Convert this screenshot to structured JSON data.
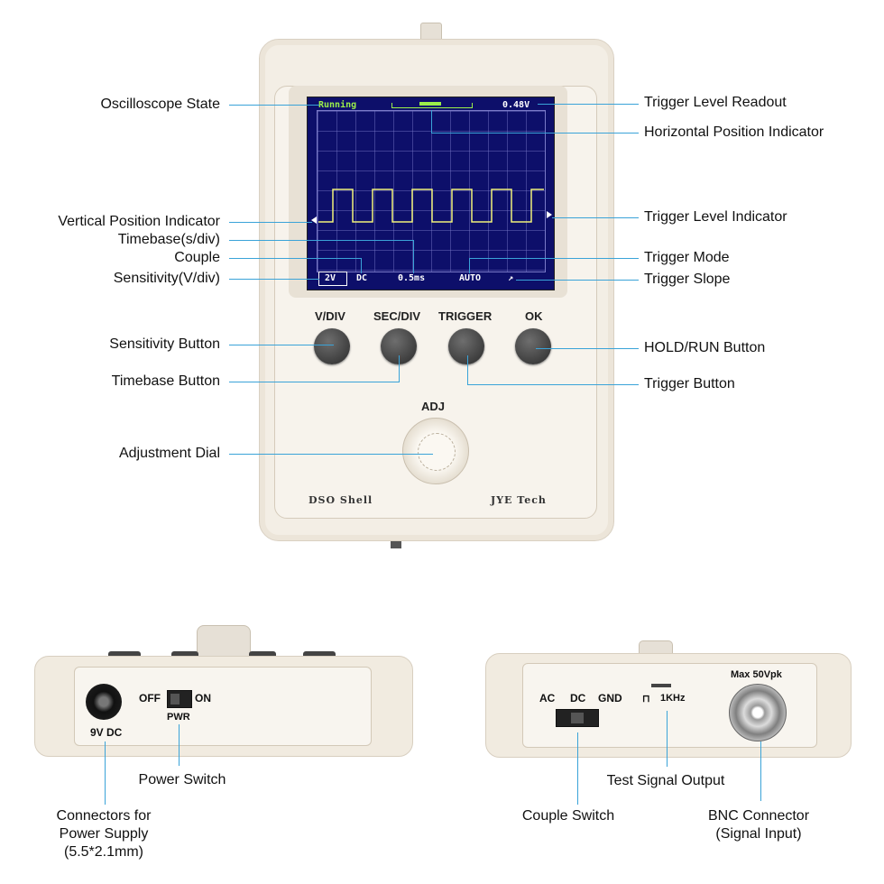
{
  "screen": {
    "state": "Running",
    "trigger_level": "0.48V",
    "sensitivity": "2V",
    "couple": "DC",
    "timebase": "0.5ms",
    "trigger_mode": "AUTO",
    "trigger_slope": "↗",
    "trace_color": "#f2f27a",
    "text_color": "#9bef4a"
  },
  "device": {
    "buttons": [
      "V/DIV",
      "SEC/DIV",
      "TRIGGER",
      "OK"
    ],
    "dial_label": "ADJ",
    "brand_left": "DSO Shell",
    "brand_right": "JYE Tech"
  },
  "left_view": {
    "switch_off": "OFF",
    "switch_on": "ON",
    "switch_label": "PWR",
    "jack_label": "9V DC"
  },
  "right_view": {
    "couple_ac": "AC",
    "couple_dc": "DC",
    "couple_gnd": "GND",
    "test_signal": "1KHz",
    "max_voltage": "Max 50Vpk"
  },
  "callouts": {
    "oscilloscope_state": "Oscilloscope State",
    "vertical_position": "Vertical Position Indicator",
    "timebase": "Timebase(s/div)",
    "couple": "Couple",
    "sensitivity": "Sensitivity(V/div)",
    "sensitivity_button": "Sensitivity Button",
    "timebase_button": "Timebase Button",
    "adjustment_dial": "Adjustment Dial",
    "trigger_level_readout": "Trigger Level Readout",
    "horizontal_position": "Horizontal Position Indicator",
    "trigger_level_indicator": "Trigger Level Indicator",
    "trigger_mode": "Trigger Mode",
    "trigger_slope": "Trigger Slope",
    "hold_run_button": "HOLD/RUN Button",
    "trigger_button": "Trigger Button",
    "power_switch": "Power Switch",
    "power_connector_1": "Connectors for",
    "power_connector_2": "Power Supply",
    "power_connector_3": "(5.5*2.1mm)",
    "test_signal_output": "Test Signal Output",
    "couple_switch": "Couple Switch",
    "bnc_1": "BNC Connector",
    "bnc_2": "(Signal Input)"
  }
}
